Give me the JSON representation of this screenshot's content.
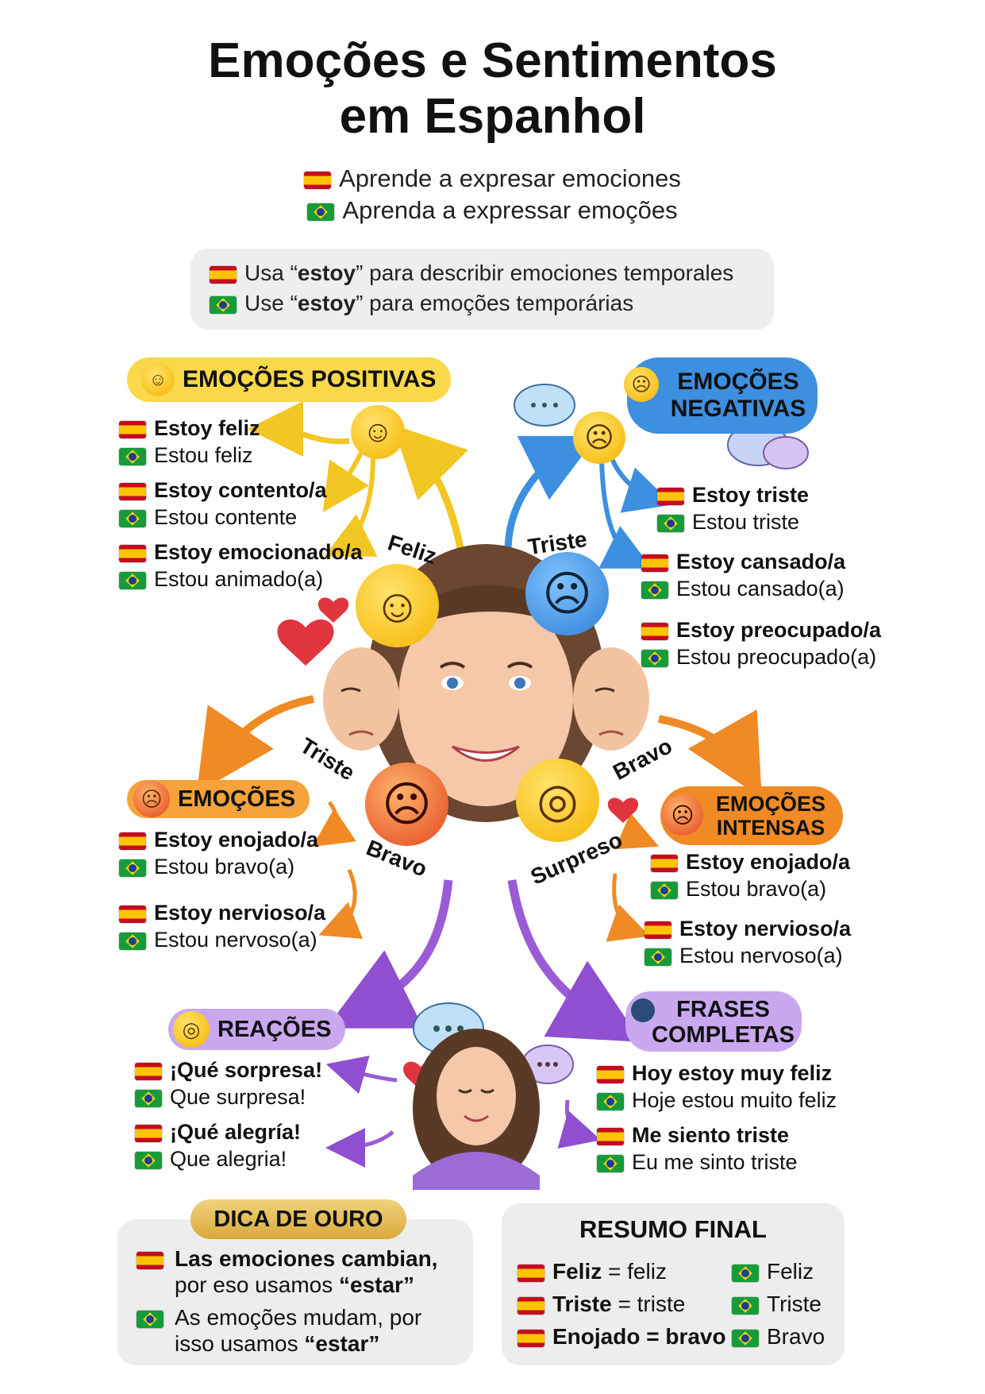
{
  "header": {
    "title_line1": "Emoções e Sentimentos",
    "title_line2": "em Espanhol",
    "sub_es": "Aprende a expresar emociones",
    "sub_pt": "Aprenda a expressar emoções"
  },
  "tip": {
    "es_pre": "Usa “",
    "es_bold": "estoy",
    "es_post": "” para describir emociones temporales",
    "pt_pre": "Use “",
    "pt_bold": "estoy",
    "pt_post": "” para emoções temporárias"
  },
  "positive": {
    "title": "EMOÇÕES POSITIVAS",
    "items": [
      {
        "es": "Estoy feliz",
        "pt": "Estou feliz"
      },
      {
        "es": "Estoy contento/a",
        "pt": "Estou contente"
      },
      {
        "es": "Estoy emocionado/a",
        "pt": "Estou animado(a)"
      }
    ]
  },
  "negative": {
    "title_1": "EMOÇÕES",
    "title_2": "NEGATIVAS",
    "items": [
      {
        "es": "Estoy triste",
        "pt": "Estou triste"
      },
      {
        "es": "Estoy cansado/a",
        "pt": "Estou cansado(a)"
      },
      {
        "es": "Estoy preocupado/a",
        "pt": "Estou preocupado(a)"
      }
    ]
  },
  "emotions": {
    "title": "EMOÇÕES",
    "items": [
      {
        "es": "Estoy enojado/a",
        "pt": "Estou bravo(a)"
      },
      {
        "es": "Estoy nervioso/a",
        "pt": "Estou nervoso(a)"
      }
    ]
  },
  "intense": {
    "title_1": "EMOÇÕES",
    "title_2": "INTENSAS",
    "items": [
      {
        "es": "Estoy enojado/a",
        "pt": "Estou bravo(a)"
      },
      {
        "es": "Estoy nervioso/a",
        "pt": "Estou nervoso(a)"
      }
    ]
  },
  "labels": {
    "feliz": "Feliz",
    "triste_top": "Triste",
    "triste_left": "Triste",
    "bravo_right": "Bravo",
    "bravo_bottom": "Bravo",
    "surpreso": "Surpreso"
  },
  "reactions": {
    "title": "REAÇÕES",
    "items": [
      {
        "es": "¡Qué sorpresa!",
        "pt": "Que surpresa!"
      },
      {
        "es": "¡Qué alegría!",
        "pt": "Que alegria!"
      }
    ]
  },
  "phrases": {
    "title_1": "FRASES",
    "title_2": "COMPLETAS",
    "items": [
      {
        "es": "Hoy estoy muy feliz",
        "pt": "Hoje estou muito feliz"
      },
      {
        "es": "Me siento triste",
        "pt": "Eu me sinto triste"
      }
    ]
  },
  "gold_tip": {
    "title": "DICA DE OURO",
    "es_1": "Las emociones cambian,",
    "es_2_pre": "por eso usamos ",
    "es_2_bold": "“estar”",
    "pt_1": "As emoções mudam, por",
    "pt_2_pre": "isso usamos ",
    "pt_2_bold": "“estar”"
  },
  "summary": {
    "title": "RESUMO FINAL",
    "rows": [
      {
        "es_bold": "Feliz",
        "es_rest": " = feliz",
        "pt": "Feliz"
      },
      {
        "es_bold": "Triste",
        "es_rest": " = triste",
        "pt": "Triste"
      },
      {
        "es_bold": "Enojado",
        "es_rest": " = bravo",
        "pt": "Bravo"
      }
    ]
  },
  "colors": {
    "yellow": "#f9d84a",
    "blue": "#3d8fe0",
    "orange": "#f08a24",
    "purple": "#9b5bd6",
    "gold": "#e9c46a"
  },
  "icons": [
    "grinning-emoji",
    "crying-emoji",
    "angry-emoji",
    "surprised-emoji",
    "sad-emoji",
    "speech-bubble",
    "heart",
    "woman-face"
  ]
}
